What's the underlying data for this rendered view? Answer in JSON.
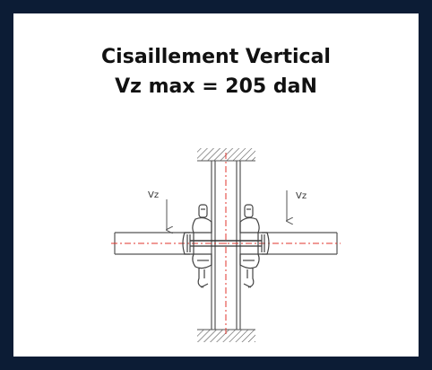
{
  "card": {
    "title_line1": "Cisaillement Vertical",
    "title_line2": "Vz max = 205 daN"
  },
  "diagram": {
    "left_force_label": "Vz",
    "right_force_label": "Vz"
  },
  "colors": {
    "frame": "#0c1c35",
    "panel": "#ffffff",
    "line": "#555555",
    "axis": "#e0342c"
  }
}
